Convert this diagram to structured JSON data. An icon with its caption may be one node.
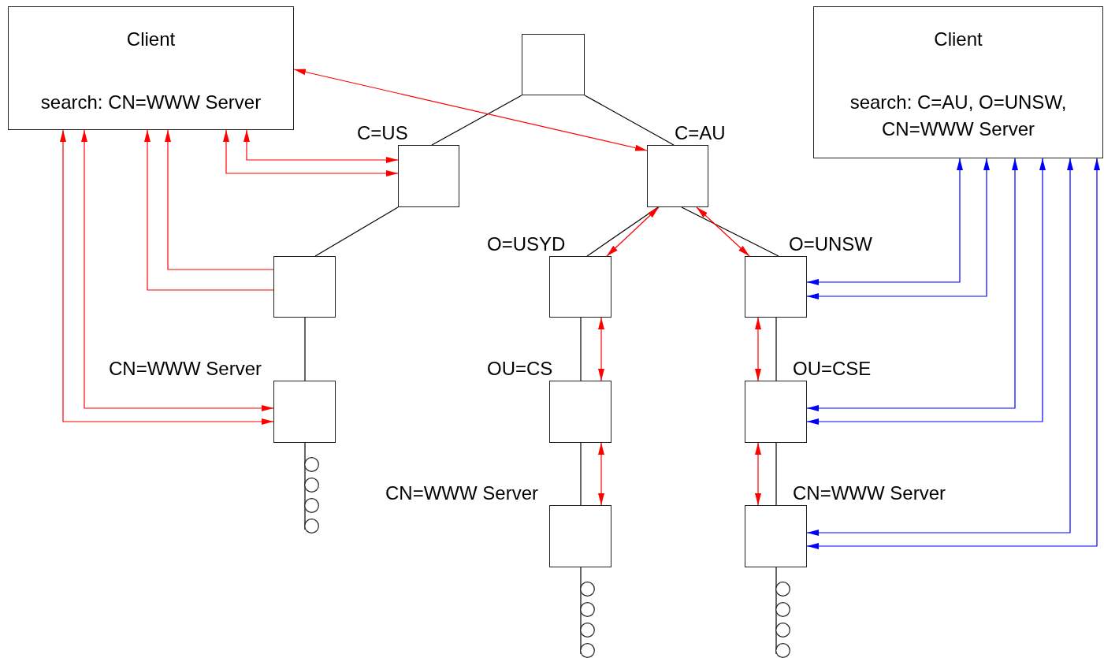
{
  "diagram": {
    "nodes": [
      {
        "text": [
          "Client",
          "search: CN=WWW Server"
        ]
      },
      {
        "text": [],
        "shape": "box"
      },
      {
        "text": [
          "C=US"
        ]
      },
      {
        "text": [
          "C=AU"
        ]
      },
      {
        "text": [],
        "shape": "box"
      },
      {
        "text": [
          "O=USYD"
        ]
      },
      {
        "text": [
          "O=UNSW"
        ]
      },
      {
        "text": [
          "CN=WWW Server"
        ]
      },
      {
        "text": [
          "OU=CS"
        ]
      },
      {
        "text": [
          "OU=CSE"
        ]
      },
      {
        "text": [
          "CN=WWW Server"
        ]
      },
      {
        "text": [
          "CN=WWW Server"
        ]
      },
      {
        "text": [
          "Client",
          "search: C=AU, O=UNSW, CN=WWW Server"
        ]
      },
      {
        "text": [],
        "shape": "circle"
      },
      {
        "text": [],
        "shape": "circle"
      },
      {
        "text": [],
        "shape": "circle"
      },
      {
        "text": [],
        "shape": "circle"
      },
      {
        "text": [],
        "shape": "circle"
      },
      {
        "text": [],
        "shape": "circle"
      },
      {
        "text": [],
        "shape": "circle"
      },
      {
        "text": [],
        "shape": "circle"
      },
      {
        "text": [],
        "shape": "circle"
      },
      {
        "text": [],
        "shape": "circle"
      },
      {
        "text": [],
        "shape": "circle"
      },
      {
        "text": [],
        "shape": "circle"
      }
    ],
    "edges": [
      {
        "from": 1,
        "to": 2,
        "arrow": "none"
      },
      {
        "from": 1,
        "to": 3,
        "arrow": "none"
      },
      {
        "from": 2,
        "to": 4,
        "arrow": "none"
      },
      {
        "from": 4,
        "to": 7,
        "arrow": "none"
      },
      {
        "from": 3,
        "to": 5,
        "arrow": "none"
      },
      {
        "from": 3,
        "to": 6,
        "arrow": "none"
      },
      {
        "from": 5,
        "to": 8,
        "arrow": "none"
      },
      {
        "from": 8,
        "to": 10,
        "arrow": "none"
      },
      {
        "from": 6,
        "to": 9,
        "arrow": "none"
      },
      {
        "from": 9,
        "to": 11,
        "arrow": "none"
      },
      {
        "from": 0,
        "to": 2,
        "arrow": "both",
        "color": "#ff0000"
      },
      {
        "from": 0,
        "to": 2,
        "arrow": "both",
        "color": "#ff0000"
      },
      {
        "from": 4,
        "to": 0,
        "arrow": "to",
        "color": "#ff0000"
      },
      {
        "from": 4,
        "to": 0,
        "arrow": "to",
        "color": "#ff0000"
      },
      {
        "from": 0,
        "to": 7,
        "arrow": "both",
        "color": "#ff0000"
      },
      {
        "from": 0,
        "to": 7,
        "arrow": "both",
        "color": "#ff0000"
      },
      {
        "from": 0,
        "to": 3,
        "arrow": "both",
        "color": "#ff0000"
      },
      {
        "from": 3,
        "to": 5,
        "arrow": "both",
        "color": "#ff0000"
      },
      {
        "from": 3,
        "to": 6,
        "arrow": "both",
        "color": "#ff0000"
      },
      {
        "from": 5,
        "to": 8,
        "arrow": "both",
        "color": "#ff0000"
      },
      {
        "from": 8,
        "to": 10,
        "arrow": "both",
        "color": "#ff0000"
      },
      {
        "from": 6,
        "to": 9,
        "arrow": "both",
        "color": "#ff0000"
      },
      {
        "from": 9,
        "to": 11,
        "arrow": "both",
        "color": "#ff0000"
      },
      {
        "from": 12,
        "to": 6,
        "arrow": "both",
        "color": "#0000ff"
      },
      {
        "from": 12,
        "to": 6,
        "arrow": "both",
        "color": "#0000ff"
      },
      {
        "from": 12,
        "to": 9,
        "arrow": "both",
        "color": "#0000ff"
      },
      {
        "from": 12,
        "to": 9,
        "arrow": "both",
        "color": "#0000ff"
      },
      {
        "from": 12,
        "to": 11,
        "arrow": "both",
        "color": "#0000ff"
      },
      {
        "from": 12,
        "to": 11,
        "arrow": "both",
        "color": "#0000ff"
      },
      {
        "from": 7,
        "to": 13,
        "arrow": "none"
      },
      {
        "from": 7,
        "to": 14,
        "arrow": "none"
      },
      {
        "from": 7,
        "to": 15,
        "arrow": "none"
      },
      {
        "from": 7,
        "to": 16,
        "arrow": "none"
      },
      {
        "from": 10,
        "to": 17,
        "arrow": "none"
      },
      {
        "from": 10,
        "to": 18,
        "arrow": "none"
      },
      {
        "from": 10,
        "to": 19,
        "arrow": "none"
      },
      {
        "from": 10,
        "to": 20,
        "arrow": "none"
      },
      {
        "from": 11,
        "to": 21,
        "arrow": "none"
      },
      {
        "from": 11,
        "to": 22,
        "arrow": "none"
      },
      {
        "from": 11,
        "to": 23,
        "arrow": "none"
      },
      {
        "from": 11,
        "to": 24,
        "arrow": "none"
      }
    ]
  }
}
